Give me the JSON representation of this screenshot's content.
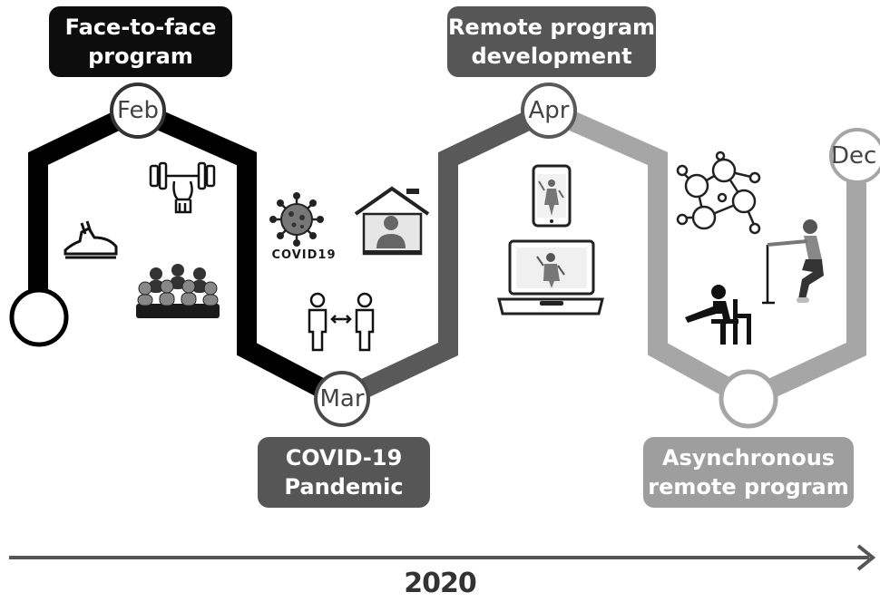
{
  "phases": [
    {
      "label": "Face-to-face\nprogram",
      "color": "#0d0d0d"
    },
    {
      "label": "COVID-19\nPandemic",
      "color": "#565656"
    },
    {
      "label": "Remote program\ndevelopment",
      "color": "#565656"
    },
    {
      "label": "Asynchronous\nremote program",
      "color": "#9e9e9e"
    }
  ],
  "months": [
    "Feb",
    "Mar",
    "Apr",
    "Dec"
  ],
  "icon_text": {
    "covid": "COVID19"
  },
  "year": "2020",
  "colors": {
    "black": "#000000",
    "dark_gray": "#595959",
    "light_gray": "#a6a6a6",
    "axis": "#555555"
  }
}
